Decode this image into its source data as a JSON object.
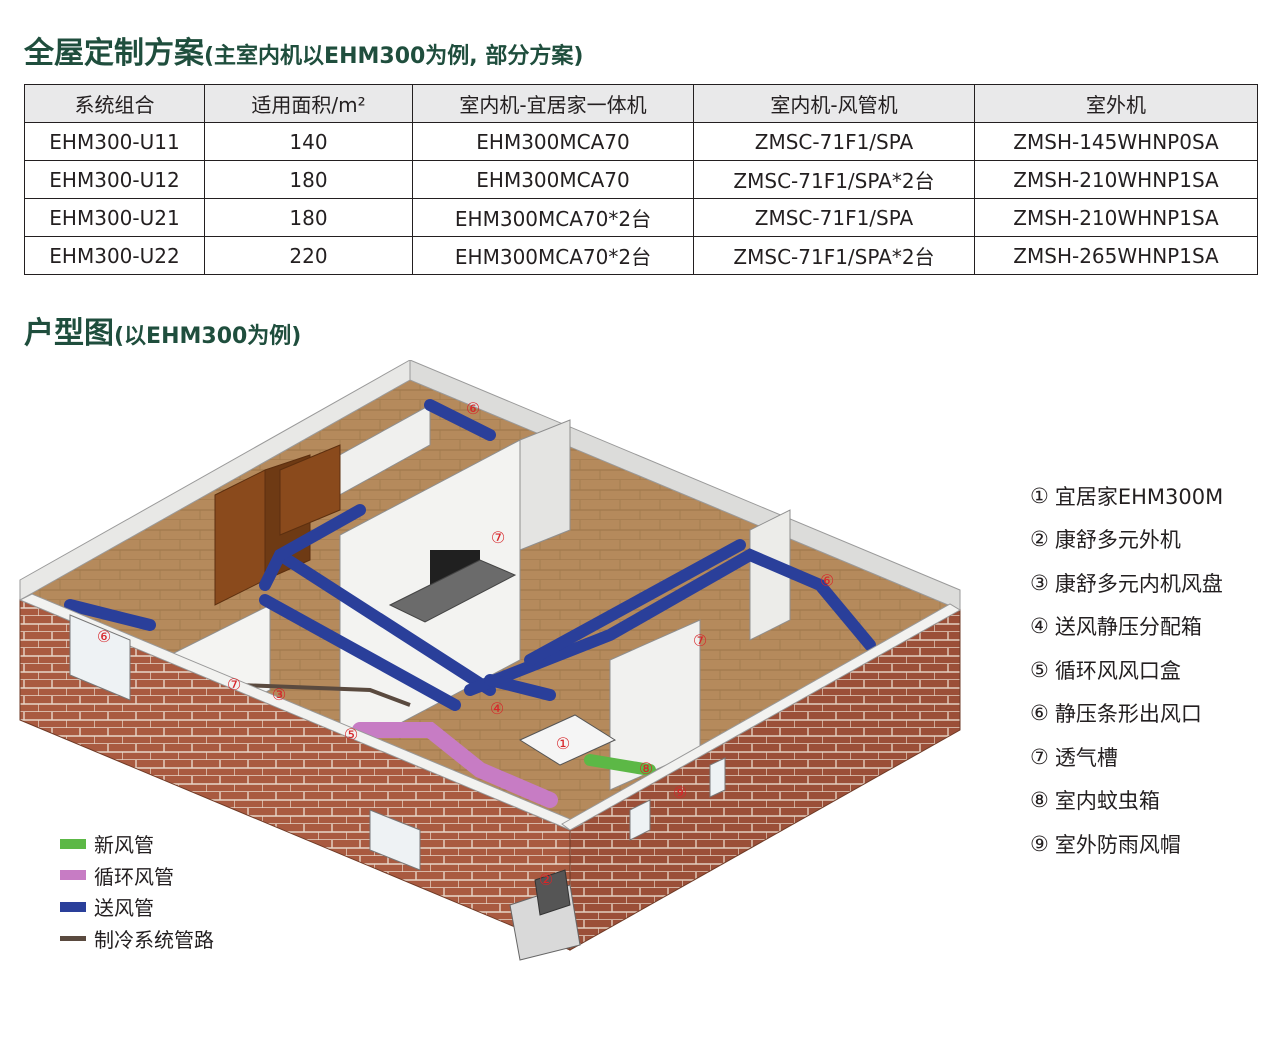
{
  "heading": {
    "main": "全屋定制方案",
    "sub": "(主室内机以EHM300为例, 部分方案)"
  },
  "table": {
    "headers": [
      "系统组合",
      "适用面积/m²",
      "室内机-宜居家一体机",
      "室内机-风管机",
      "室外机"
    ],
    "rows": [
      [
        "EHM300-U11",
        "140",
        "EHM300MCA70",
        "ZMSC-71F1/SPA",
        "ZMSH-145WHNP0SA"
      ],
      [
        "EHM300-U12",
        "180",
        "EHM300MCA70",
        "ZMSC-71F1/SPA*2台",
        "ZMSH-210WHNP1SA"
      ],
      [
        "EHM300-U21",
        "180",
        "EHM300MCA70*2台",
        "ZMSC-71F1/SPA",
        "ZMSH-210WHNP1SA"
      ],
      [
        "EHM300-U22",
        "220",
        "EHM300MCA70*2台",
        "ZMSC-71F1/SPA*2台",
        "ZMSH-265WHNP1SA"
      ]
    ]
  },
  "floorplan": {
    "main": "户型图",
    "sub": "(以EHM300为例)",
    "markers": [
      "①",
      "②",
      "③",
      "④",
      "⑤",
      "⑥",
      "⑦",
      "⑧",
      "⑨"
    ]
  },
  "numbered_legend": [
    {
      "num": "①",
      "label": "宜居家EHM300M"
    },
    {
      "num": "②",
      "label": "康舒多元外机"
    },
    {
      "num": "③",
      "label": "康舒多元内机风盘"
    },
    {
      "num": "④",
      "label": "送风静压分配箱"
    },
    {
      "num": "⑤",
      "label": "循环风风口盒"
    },
    {
      "num": "⑥",
      "label": "静压条形出风口"
    },
    {
      "num": "⑦",
      "label": "透气槽"
    },
    {
      "num": "⑧",
      "label": "室内蚊虫箱"
    },
    {
      "num": "⑨",
      "label": "室外防雨风帽"
    }
  ],
  "color_legend": [
    {
      "label": "新风管",
      "color": "#5cb846"
    },
    {
      "label": "循环风管",
      "color": "#c77cc4"
    },
    {
      "label": "送风管",
      "color": "#2a3f9a"
    },
    {
      "label": "制冷系统管路",
      "color": "#5a4a3f"
    }
  ],
  "colors": {
    "heading": "#1f4e3d",
    "brick": "#a95a40",
    "floor": "#b58a5c",
    "fresh_duct": "#5cb846",
    "return_duct": "#c77cc4",
    "supply_duct": "#2a3f9a",
    "marker": "#d7262a"
  }
}
